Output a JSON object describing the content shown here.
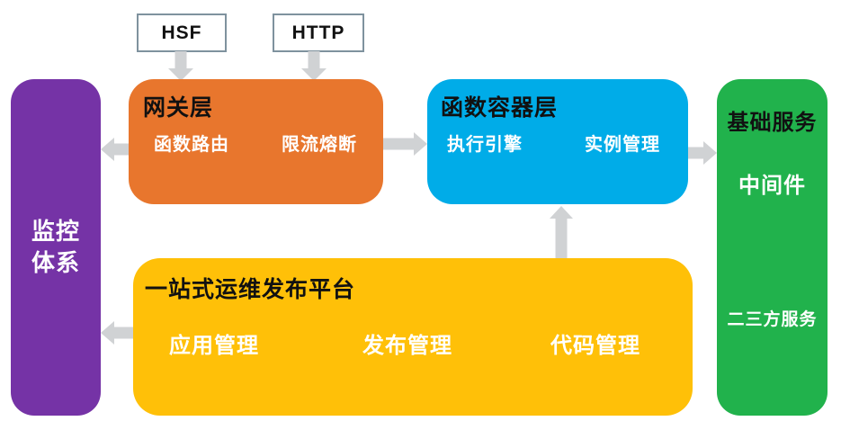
{
  "colors": {
    "gateway_box": "#E8762D",
    "function_container_box": "#00ACE8",
    "ops_platform_box": "#FFC008",
    "monitoring_box": "#7533A6",
    "base_services_box": "#21B24C",
    "arrow": "#D0D2D4",
    "source_box_border": "#7F929E",
    "source_box_bg": "#FFFFFF",
    "title_text": "#111111",
    "item_text": "#FFFFFF",
    "page_bg": "#FFFFFF"
  },
  "sources": [
    {
      "label": "HSF"
    },
    {
      "label": "HTTP"
    }
  ],
  "boxes": {
    "gateway": {
      "title": "网关层",
      "items": [
        "函数路由",
        "限流熔断"
      ]
    },
    "function_container": {
      "title": "函数容器层",
      "items": [
        "执行引擎",
        "实例管理"
      ]
    },
    "ops_platform": {
      "title": "一站式运维发布平台",
      "items": [
        "应用管理",
        "发布管理",
        "代码管理"
      ]
    },
    "monitoring": {
      "title_lines": [
        "监控",
        "体系"
      ]
    },
    "base_services": {
      "title": "基础服务",
      "items": [
        "中间件",
        "二三方服务"
      ]
    }
  },
  "connections": [
    {
      "from": "HSF",
      "to": "网关层",
      "direction": "down"
    },
    {
      "from": "HTTP",
      "to": "网关层",
      "direction": "down"
    },
    {
      "from": "网关层",
      "to": "监控体系",
      "direction": "left"
    },
    {
      "from": "网关层",
      "to": "函数容器层",
      "direction": "right"
    },
    {
      "from": "函数容器层",
      "to": "基础服务",
      "direction": "right"
    },
    {
      "from": "一站式运维发布平台",
      "to": "函数容器层",
      "direction": "up"
    },
    {
      "from": "一站式运维发布平台",
      "to": "监控体系",
      "direction": "left"
    }
  ]
}
